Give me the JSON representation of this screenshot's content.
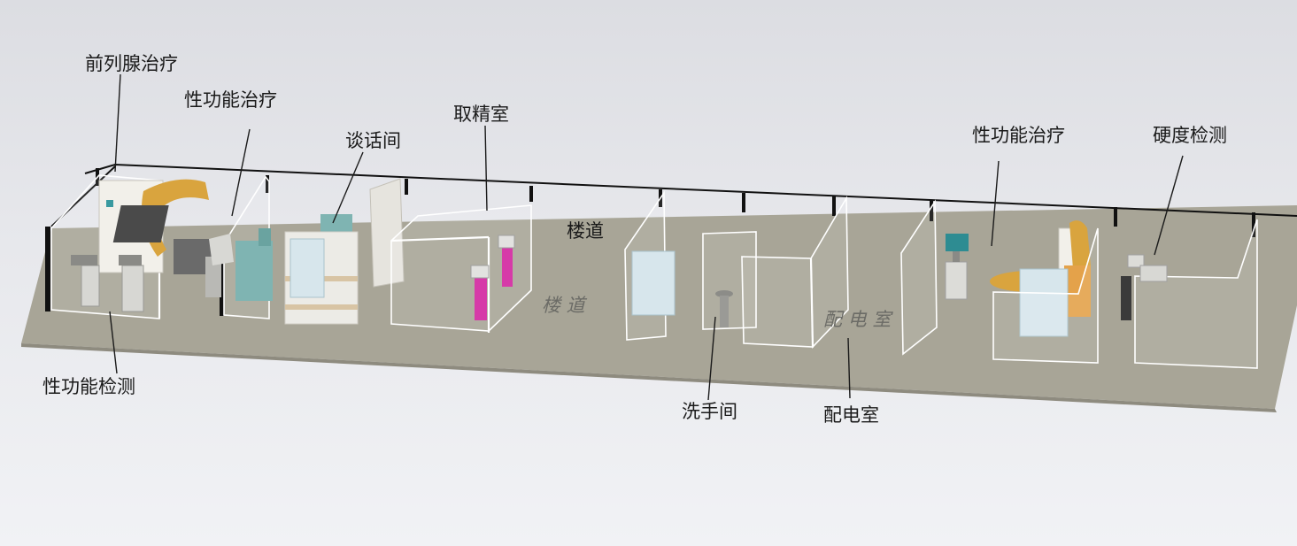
{
  "labels": {
    "prostate_treatment": "前列腺治疗",
    "sexual_function_treatment_left": "性功能治疗",
    "consultation_room": "谈话间",
    "sperm_collection_room": "取精室",
    "corridor": "楼道",
    "sexual_function_treatment_right": "性功能治疗",
    "hardness_test": "硬度检测",
    "sexual_function_test": "性功能检测",
    "washroom": "洗手间",
    "power_room": "配电室"
  },
  "floor_text": {
    "corridor": "楼 道",
    "power_room": "配 电 室"
  },
  "colors": {
    "floor": "#a8a597",
    "machine_orange": "#d9a43e",
    "machine_white": "#f2f0ea",
    "cabinet_teal": "#7fb4b2",
    "pink_device": "#d63aa8"
  }
}
